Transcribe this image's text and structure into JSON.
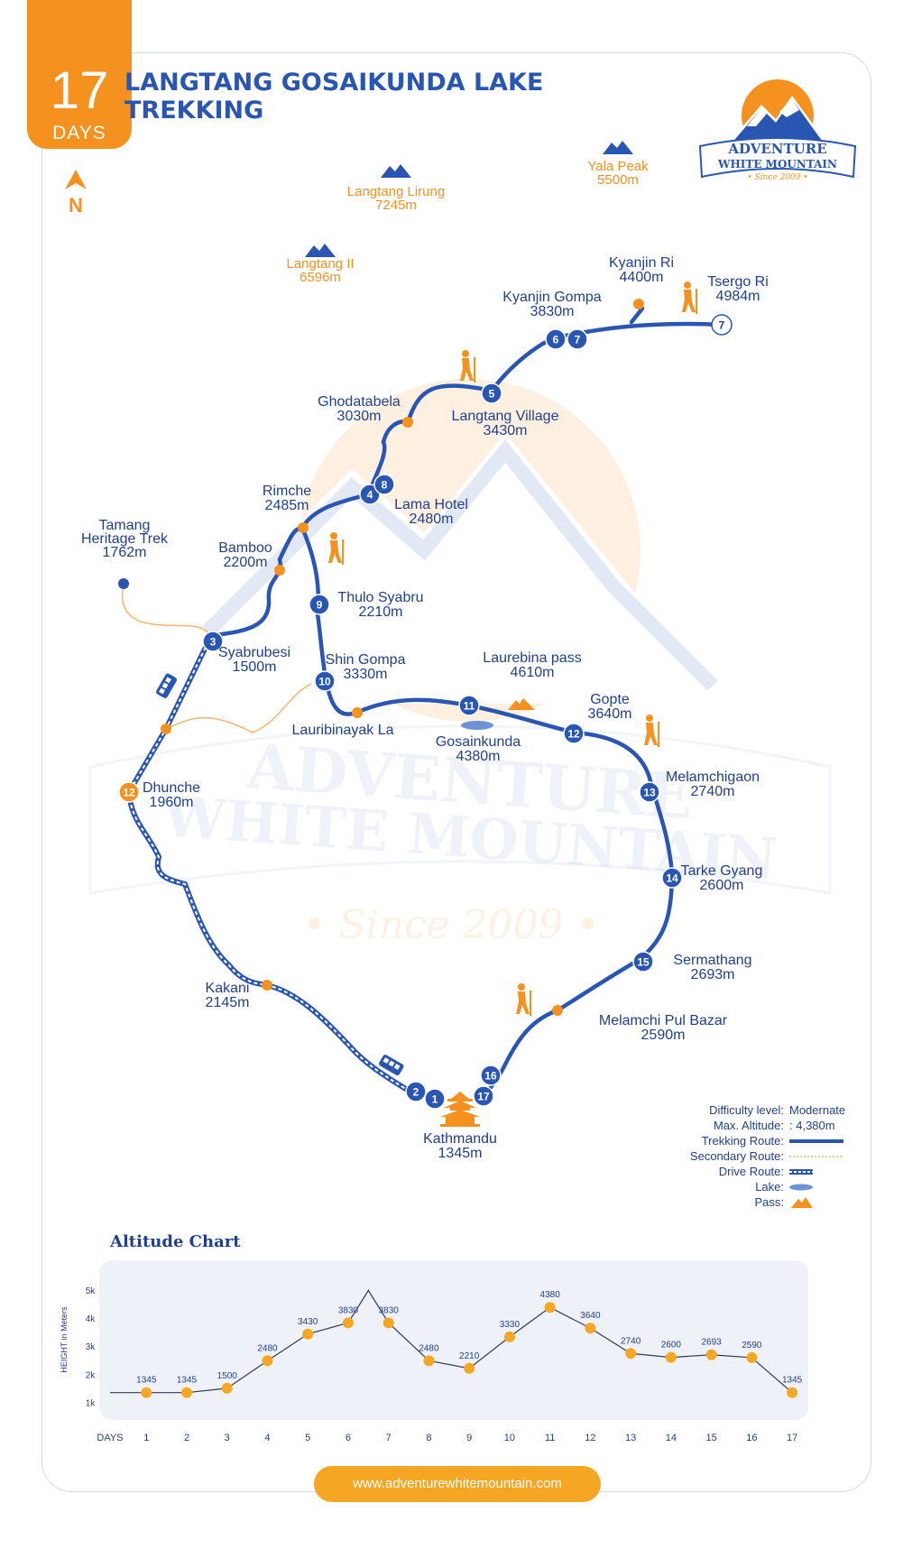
{
  "header": {
    "days_number": "17",
    "days_label": "DAYS",
    "title": "LANGTANG GOSAIKUNDA LAKE TREKKING",
    "north_label": "N"
  },
  "logo": {
    "line1": "ADVENTURE",
    "line2": "WHITE MOUNTAIN",
    "since": "• Since 2009 •"
  },
  "watermark": {
    "line1": "ADVENTURE",
    "line2": "WHITE MOUNTAIN",
    "since": "• Since 2009 •"
  },
  "peaks": [
    {
      "name": "Langtang Lirung",
      "alt": "7245m"
    },
    {
      "name": "Yala Peak",
      "alt": "5500m"
    },
    {
      "name": "Langtang II",
      "alt": "6596m"
    }
  ],
  "places": [
    {
      "name": "Kyanjin Ri",
      "alt": "4400m"
    },
    {
      "name": "Tsergo Ri",
      "alt": "4984m"
    },
    {
      "name": "Kyanjin Gompa",
      "alt": "3830m"
    },
    {
      "name": "Ghodatabela",
      "alt": "3030m"
    },
    {
      "name": "Langtang Village",
      "alt": "3430m"
    },
    {
      "name": "Rimche",
      "alt": "2485m"
    },
    {
      "name": "Lama Hotel",
      "alt": "2480m"
    },
    {
      "name": "Tamang Heritage Trek",
      "alt": "1762m"
    },
    {
      "name": "Bamboo",
      "alt": "2200m"
    },
    {
      "name": "Thulo Syabru",
      "alt": "2210m"
    },
    {
      "name": "Syabrubesi",
      "alt": "1500m"
    },
    {
      "name": "Shin Gompa",
      "alt": "3330m"
    },
    {
      "name": "Laurebina pass",
      "alt": "4610m"
    },
    {
      "name": "Gopte",
      "alt": "3640m"
    },
    {
      "name": "Lauribinayak La",
      "alt": ""
    },
    {
      "name": "Gosainkunda",
      "alt": "4380m"
    },
    {
      "name": "Dhunche",
      "alt": "1960m"
    },
    {
      "name": "Melamchigaon",
      "alt": "2740m"
    },
    {
      "name": "Tarke Gyang",
      "alt": "2600m"
    },
    {
      "name": "Sermathang",
      "alt": "2693m"
    },
    {
      "name": "Kakani",
      "alt": "2145m"
    },
    {
      "name": "Melamchi Pul Bazar",
      "alt": "2590m"
    },
    {
      "name": "Kathmandu",
      "alt": "1345m"
    }
  ],
  "day_markers": [
    "1",
    "2",
    "3",
    "4",
    "5",
    "6",
    "7",
    "7",
    "8",
    "9",
    "10",
    "11",
    "12",
    "12",
    "13",
    "14",
    "15",
    "16",
    "17"
  ],
  "legend": {
    "difficulty_key": "Difficulty level:",
    "difficulty_val": "Modernate",
    "altitude_key": "Max. Altitude:",
    "altitude_val": ": 4,380m",
    "trekking_key": "Trekking Route:",
    "secondary_key": "Secondary Route:",
    "drive_key": "Drive Route:",
    "lake_key": "Lake:",
    "pass_key": "Pass:",
    "colors": {
      "route": "#2a56b3",
      "secondary": "#f5b56a",
      "pass": "#f5911e",
      "lake": "#6f92d6"
    }
  },
  "chart_title": "Altitude Chart",
  "chart_data": {
    "type": "line",
    "title": "Altitude Chart",
    "xlabel": "DAYS",
    "ylabel": "HEIGHT in Meters",
    "x": [
      1,
      2,
      3,
      4,
      5,
      6,
      7,
      8,
      9,
      10,
      11,
      12,
      13,
      14,
      15,
      16,
      17
    ],
    "values": [
      1345,
      1345,
      1500,
      2480,
      3430,
      3830,
      3830,
      2480,
      2210,
      3330,
      4380,
      3640,
      2740,
      2600,
      2693,
      2590,
      1345
    ],
    "value_labels": [
      "1345",
      "1345",
      "1500",
      "2480",
      "3430",
      "3830",
      "3830",
      "2480",
      "2210",
      "3330",
      "4380",
      "3640",
      "2740",
      "2600",
      "2693",
      "2590",
      "1345"
    ],
    "extra_peak": {
      "x": 6.5,
      "value": 4984
    },
    "y_ticks": [
      {
        "label": "1k",
        "value": 1000
      },
      {
        "label": "2k",
        "value": 2000
      },
      {
        "label": "3k",
        "value": 3000
      },
      {
        "label": "4k",
        "value": 4000
      },
      {
        "label": "5k",
        "value": 5000
      }
    ],
    "ylim": [
      500,
      5800
    ],
    "xlim": [
      0.1,
      17.4
    ],
    "grid": false
  },
  "website": "www.adventurewhitemountain.com"
}
